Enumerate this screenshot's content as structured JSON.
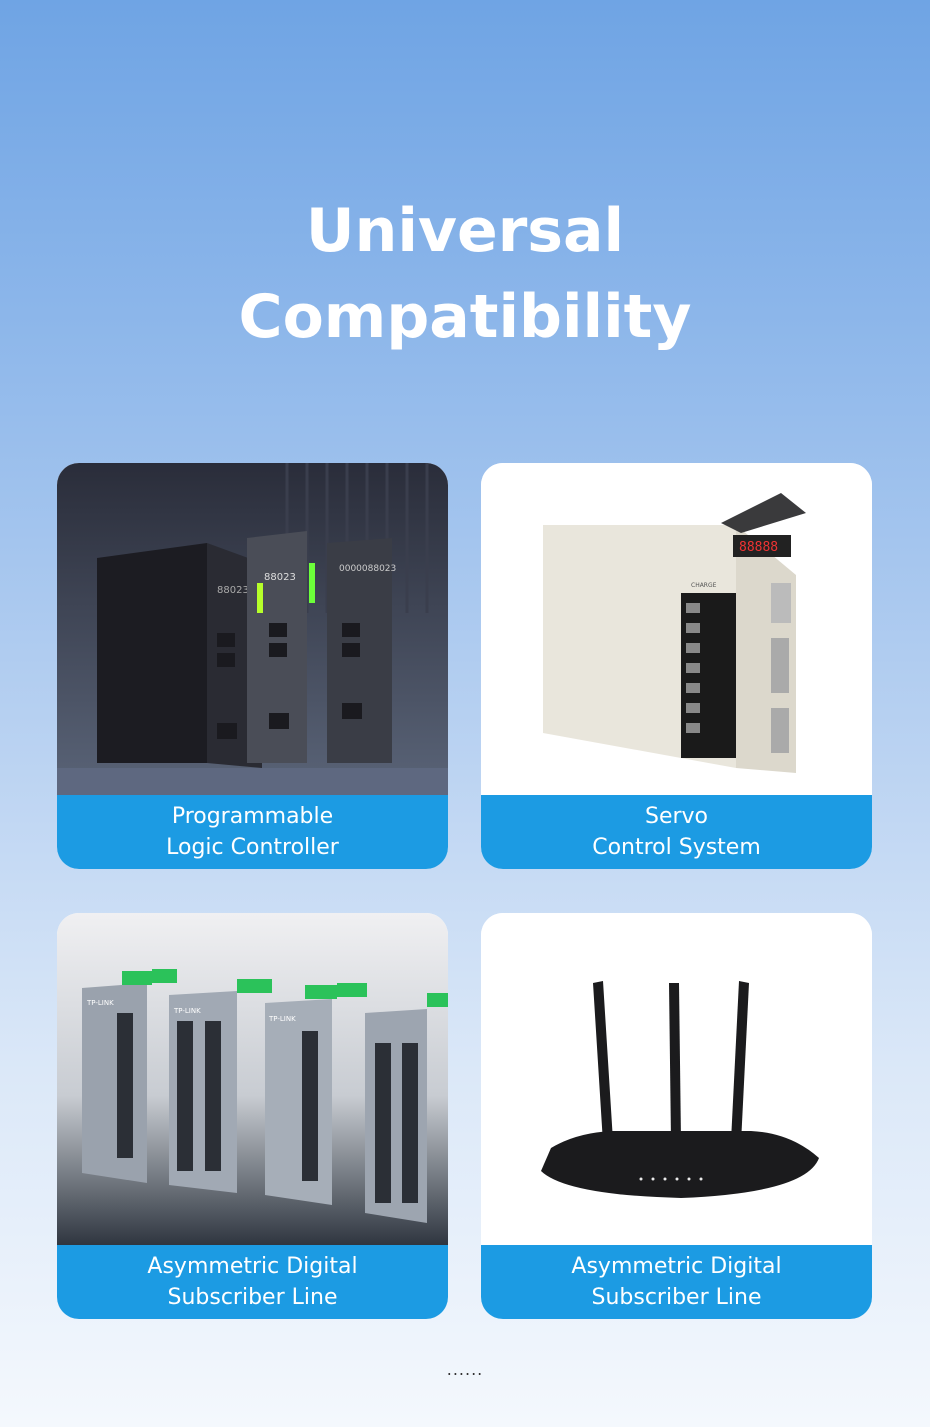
{
  "header": {
    "title_line1": "Universal",
    "title_line2": "Compatibility"
  },
  "cards": [
    {
      "label_line1": "Programmable",
      "label_line2": "Logic Controller",
      "device_labels": [
        "88023",
        "88023",
        "0000088023"
      ]
    },
    {
      "label_line1": "Servo",
      "label_line2": "Control System",
      "device_labels": [
        "CHARGE"
      ]
    },
    {
      "label_line1": "Asymmetric Digital",
      "label_line2": "Subscriber Line",
      "device_labels": [
        "TP-LINK",
        "TP-LINK",
        "TP-LINK"
      ]
    },
    {
      "label_line1": "Asymmetric Digital",
      "label_line2": "Subscriber Line"
    }
  ],
  "footer": {
    "ellipsis": "......"
  },
  "colors": {
    "caption_bg": "#1c9be3",
    "title_text": "#ffffff"
  }
}
